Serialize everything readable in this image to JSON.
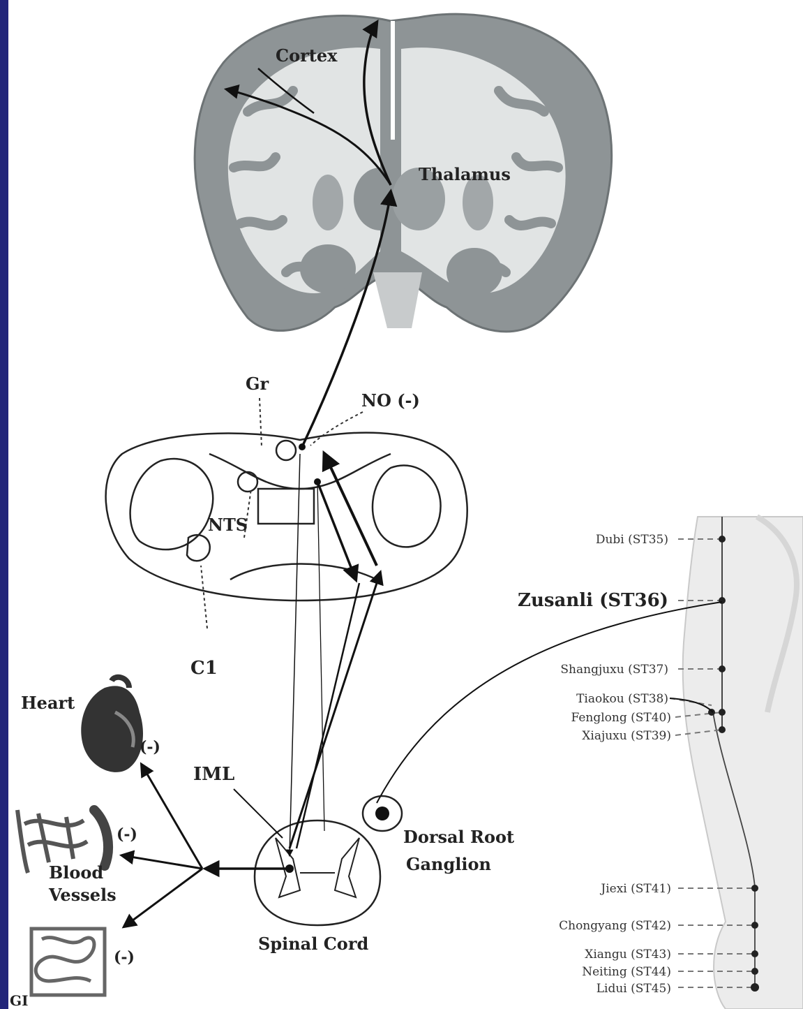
{
  "brain": {
    "cortex": "Cortex",
    "thalamus": "Thalamus"
  },
  "medulla": {
    "gr": "Gr",
    "no": "NO (-)",
    "nts": "NTS",
    "c1": "C1"
  },
  "spinal": {
    "iml": "IML",
    "spinal_cord": "Spinal Cord",
    "drg_line1": "Dorsal Root",
    "drg_line2": "Ganglion"
  },
  "organs": {
    "heart": "Heart",
    "heart_effect": "(-)",
    "vessels_line1": "Blood",
    "vessels_line2": "Vessels",
    "vessels_effect": "(-)",
    "gi": "GI",
    "gi_effect": "(-)"
  },
  "acupoints": [
    "Dubi (ST35)",
    "Zusanli (ST36)",
    "Shangjuxu (ST37)",
    "Tiaokou (ST38)",
    "Fenglong (ST40)",
    "Xiajuxu (ST39)",
    "Jiexi (ST41)",
    "Chongyang (ST42)",
    "Xiangu (ST43)",
    "Neiting (ST44)",
    "Lidui (ST45)"
  ],
  "colors": {
    "side_bar": "#22267a",
    "brain_gray": "#8e9496",
    "white_matter": "#e6e8e8",
    "pathway": "#111111"
  }
}
